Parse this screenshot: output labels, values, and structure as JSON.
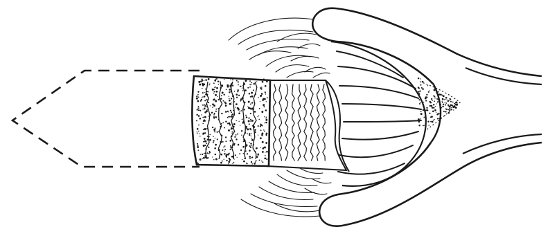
{
  "figure": {
    "caption": "",
    "labels": [],
    "ink_color": "#1a1a1a",
    "background": "#ffffff",
    "parts": [
      "dashed-outline-shaft",
      "stippled-cylinder-segment",
      "ribbed-cylinder-segment",
      "curved-sheath-upper-limb",
      "curved-sheath-lower-limb",
      "inner-concave-cavity",
      "radiating-strands",
      "stippled-tip-region",
      "fibrous-tissue-upper",
      "fibrous-tissue-lower"
    ]
  }
}
